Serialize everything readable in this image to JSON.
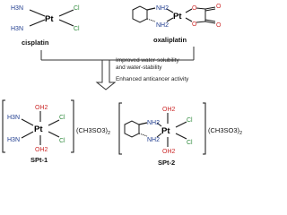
{
  "compounds": {
    "cisplatin": {
      "label": "cisplatin",
      "ligands": [
        "H3N",
        "Pt",
        "Cl",
        "H3N",
        "Cl"
      ]
    },
    "oxaliplatin": {
      "label": "oxaliplatin",
      "ligands": [
        "NH2",
        "Pt",
        "O",
        "O",
        "NH2",
        "O",
        "O"
      ]
    },
    "spt1": {
      "label": "SPt-1",
      "ligands": [
        "OH2",
        "H3N",
        "Pt",
        "Cl",
        "H3N",
        "Cl",
        "OH2"
      ],
      "counterion": "(CH3SO3)",
      "counterion_count": "2"
    },
    "spt2": {
      "label": "SPt-2",
      "ligands": [
        "OH2",
        "NH2",
        "Pt",
        "Cl",
        "NH2",
        "Cl",
        "OH2"
      ],
      "counterion": "(CH3SO3)",
      "counterion_count": "2"
    }
  },
  "transformation": {
    "line1": "Improved water-solubility",
    "line2": "and water-stability",
    "line3": "Enhanced anticancer activity"
  },
  "colors": {
    "nitrogen": "#1f3d8f",
    "chlorine": "#2f8a3c",
    "oxygen": "#cc2a2a",
    "platinum": "#1a1a1a"
  }
}
